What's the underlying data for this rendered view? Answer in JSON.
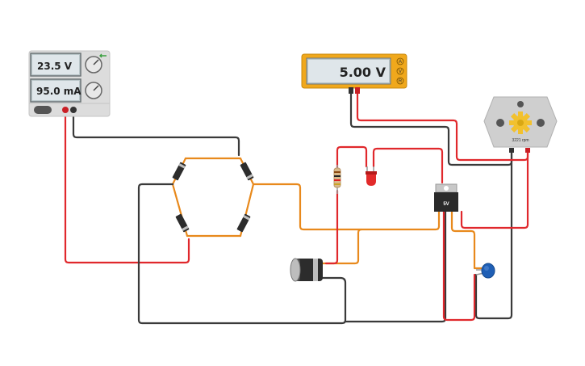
{
  "power_supply": {
    "voltage_readout": "23.5 V",
    "current_readout": "95.0 mA"
  },
  "multimeter": {
    "readout": "5.00 V",
    "modes": [
      "A",
      "V",
      "R"
    ],
    "active_mode": "V"
  },
  "motor": {
    "speed_label": "3221 rpm"
  },
  "regulator": {
    "label": "5V"
  },
  "colors": {
    "wire_red": "#e0282c",
    "wire_black": "#3a3a3a",
    "wire_orange": "#e8891c",
    "multimeter_body": "#f0a81c",
    "lcd_bg": "#dfe6ea",
    "capacitor_blue": "#1f5fb5",
    "led_red": "#e22a2a"
  },
  "components": {
    "bridge_diodes": 4,
    "resistors": 1,
    "leds": 1,
    "electrolytic_capacitors": 1,
    "ceramic_capacitors": 1
  }
}
